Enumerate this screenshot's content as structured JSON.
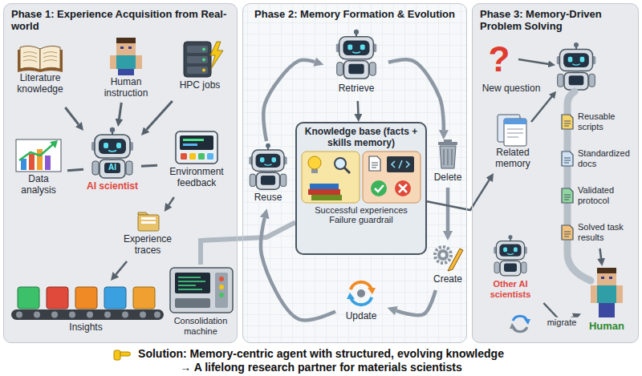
{
  "diagram": {
    "caption": "Solution: Memory-centric agent with structured, evolving knowledge → A lifelong research partner for materials scientists",
    "nodes": [
      {
        "text": [
          "Phase 1: Experience Acquisition from Real-world"
        ]
      },
      {
        "text": [
          "Phase 2: Memory Formation & Evolution"
        ]
      },
      {
        "text": [
          "Phase 3: Memory-Driven Problem Solving"
        ]
      },
      {
        "text": [
          "Literature knowledge"
        ],
        "in": 0
      },
      {
        "text": [
          "Human instruction"
        ],
        "in": 0
      },
      {
        "text": [
          "HPC jobs"
        ],
        "in": 0
      },
      {
        "text": [
          "Data analysis"
        ],
        "in": 0
      },
      {
        "text": [
          "AI scientist"
        ],
        "in": 0
      },
      {
        "text": [
          "Environment feedback"
        ],
        "in": 0
      },
      {
        "text": [
          "Experience traces"
        ],
        "in": 0
      },
      {
        "text": [
          "Insights"
        ],
        "in": 0
      },
      {
        "text": [
          "Consolidation machine"
        ],
        "in": 0
      },
      {
        "text": [
          "Retrieve"
        ],
        "in": 1
      },
      {
        "text": [
          "Knowledge base (facts + skills memory)",
          "Successful experiences",
          "Failure guardrail"
        ],
        "in": 1
      },
      {
        "text": [
          "Reuse"
        ],
        "in": 1
      },
      {
        "text": [
          "Delete"
        ],
        "in": 1
      },
      {
        "text": [
          "Create"
        ],
        "in": 1
      },
      {
        "text": [
          "Update"
        ],
        "in": 1
      },
      {
        "text": [
          "New question"
        ],
        "in": 2
      },
      {
        "text": [
          "Related memory"
        ],
        "in": 2
      },
      {
        "text": [
          "Reusable scripts"
        ],
        "in": 2
      },
      {
        "text": [
          "Standardized docs"
        ],
        "in": 2
      },
      {
        "text": [
          "Validated protocol"
        ],
        "in": 2
      },
      {
        "text": [
          "Solved task results"
        ],
        "in": 2
      },
      {
        "text": [
          "Other AI scientists"
        ],
        "in": 2
      },
      {
        "text": [
          "Human"
        ],
        "in": 2
      }
    ],
    "edges": [
      {
        "from": 3,
        "to": 7,
        "arrow": "to"
      },
      {
        "from": 4,
        "to": 7,
        "arrow": "to"
      },
      {
        "from": 5,
        "to": 7,
        "arrow": "to"
      },
      {
        "from": 6,
        "to": 7,
        "arrow": "none"
      },
      {
        "from": 7,
        "to": 8,
        "arrow": "none"
      },
      {
        "from": 8,
        "to": 9,
        "arrow": "to"
      },
      {
        "from": 9,
        "to": 10,
        "arrow": "to"
      },
      {
        "from": 11,
        "to": 13,
        "arrow": "none"
      },
      {
        "from": 12,
        "to": 13,
        "arrow": "to"
      },
      {
        "from": 12,
        "to": 15,
        "arrow": "to"
      },
      {
        "from": 15,
        "to": 16,
        "arrow": "to"
      },
      {
        "from": 16,
        "to": 17,
        "arrow": "to"
      },
      {
        "from": 17,
        "to": 14,
        "arrow": "to"
      },
      {
        "from": 14,
        "to": 12,
        "arrow": "to"
      },
      {
        "from": 13,
        "to": 19,
        "arrow": "to"
      },
      {
        "from": 23,
        "to": 25,
        "arrow": "to"
      },
      {
        "from": 24,
        "to": 25,
        "label": "migrate",
        "arrow": "to"
      }
    ],
    "labels": [
      "AI",
      "?"
    ]
  }
}
